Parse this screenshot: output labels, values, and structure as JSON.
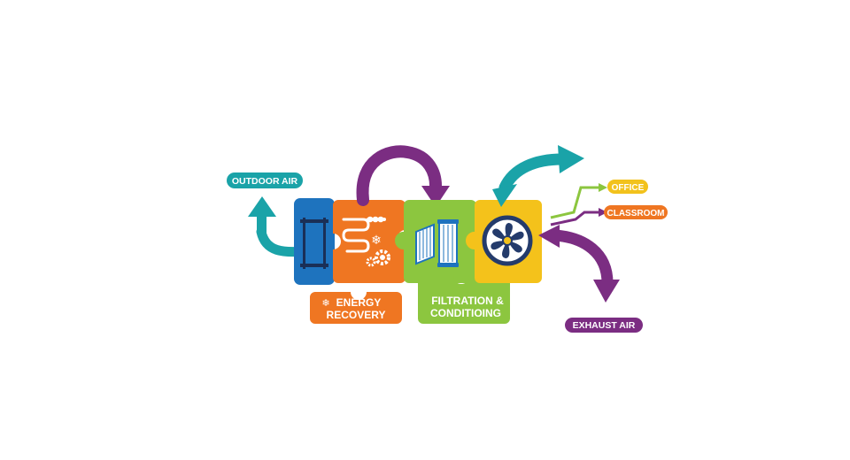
{
  "labels": {
    "outdoor_air": "OUTDOOR AIR",
    "office": "OFFICE",
    "classroom": "CLASSROOM",
    "exhaust_air": "EXHAUST AIR",
    "energy_recovery_line1": "ENERGY",
    "energy_recovery_line2": "RECOVERY",
    "filtration_line1": "FILTRATION &",
    "filtration_line2": "CONDITIOING"
  },
  "colors": {
    "teal": "#1aa3a8",
    "blue": "#1e73be",
    "orange": "#ef7622",
    "green": "#8cc63f",
    "yellow": "#f4c21b",
    "purple": "#7b2d82",
    "navy": "#243b6b",
    "office": "#f2c21c",
    "classroom": "#ef7622"
  },
  "icons": {
    "damper": "damper-icon",
    "heat_exchanger": "heat-exchanger-icon",
    "snowflake": "snowflake-icon",
    "gears": "gears-icon",
    "filter": "filter-icon",
    "fan": "fan-icon"
  }
}
